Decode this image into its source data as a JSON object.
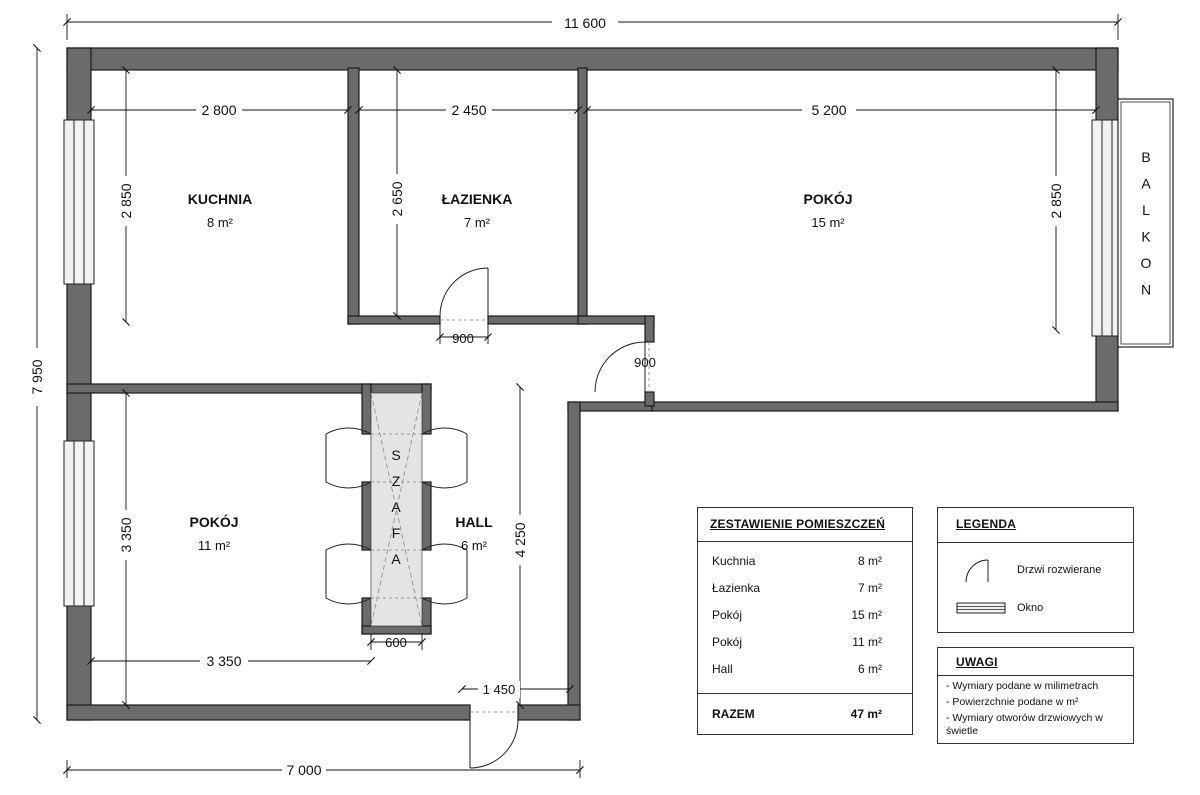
{
  "dimensions": {
    "total_width": "11 600",
    "total_height": "7 950",
    "kuchnia_width": "2 800",
    "lazienka_width": "2 450",
    "pokoj_big_width": "5 200",
    "kuchnia_height": "2 850",
    "lazienka_height": "2 650",
    "pokoj_big_height": "2 850",
    "pokoj_small_height": "3 350",
    "pokoj_small_width": "3 350",
    "hall_height": "4 250",
    "door_lazienka": "900",
    "door_pokoj": "900",
    "wardrobe_width": "600",
    "entrance_door": "1 450",
    "bottom_width": "7 000"
  },
  "rooms": [
    {
      "name": "KUCHNIA",
      "area": "8 m²"
    },
    {
      "name": "ŁAZIENKA",
      "area": "7 m²"
    },
    {
      "name": "POKÓJ",
      "area": "15 m²"
    },
    {
      "name": "POKÓJ",
      "area": "11 m²"
    },
    {
      "name": "HALL",
      "area": "6 m²"
    }
  ],
  "balkon_letters": [
    "B",
    "A",
    "L",
    "K",
    "O",
    "N"
  ],
  "szafa_letters": [
    "S",
    "Z",
    "A",
    "F",
    "A"
  ],
  "schedule": {
    "title": "ZESTAWIENIE POMIESZCZEŃ",
    "rows": [
      {
        "name": "Kuchnia",
        "area": "8 m²"
      },
      {
        "name": "Łazienka",
        "area": "7 m²"
      },
      {
        "name": "Pokój",
        "area": "15 m²"
      },
      {
        "name": "Pokój",
        "area": "11 m²"
      },
      {
        "name": "Hall",
        "area": "6 m²"
      }
    ],
    "total_label": "RAZEM",
    "total_value": "47 m²"
  },
  "legend": {
    "title": "LEGENDA",
    "door_label": "Drzwi rozwierane",
    "window_label": "Okno"
  },
  "notes": {
    "title": "UWAGI",
    "items": [
      "- Wymiary podane w milimetrach",
      "- Powierzchnie podane w m²",
      "- Wymiary otworów drzwiowych w świetle"
    ]
  },
  "colors": {
    "wall": "#6b6b6b",
    "wall_outline": "#1a1a1a",
    "wardrobe_fill": "#e4e4e4",
    "window_fill": "#f2f2f2"
  }
}
